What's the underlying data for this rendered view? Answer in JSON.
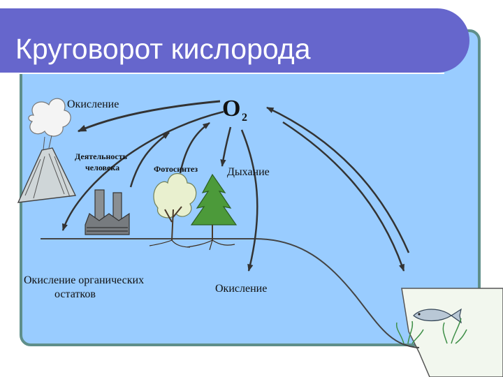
{
  "title": "Круговорот кислорода",
  "colors": {
    "title_bar": "#6666cc",
    "panel": "#99ccff",
    "panel_border": "#5f8f8a",
    "arrow": "#333333",
    "water": "#f2f7ee"
  },
  "diagram": {
    "center_node": {
      "symbol": "O",
      "subscript": "2"
    },
    "labels": {
      "oxidation_top": "Окисление",
      "human_activity_1": "Деятельность",
      "human_activity_2": "человека",
      "photosynthesis": "Фотосинтез",
      "respiration": "Дыхание",
      "organic_oxidation_1": "Окисление органических",
      "organic_oxidation_2": "остатков",
      "oxidation_bottom": "Окисление"
    },
    "illustrations": [
      "volcano-icon",
      "factory-icon",
      "deciduous-tree-icon",
      "fir-tree-icon",
      "fish-icon",
      "water-plants-icon"
    ]
  }
}
